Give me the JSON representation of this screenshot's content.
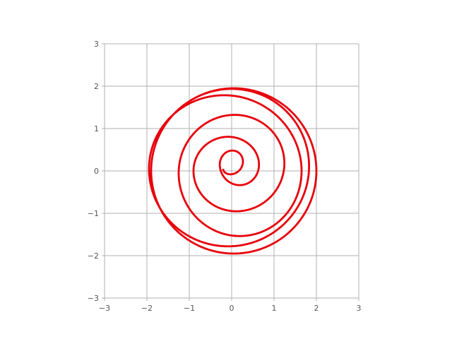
{
  "chart_data": {
    "type": "line",
    "title": "",
    "xlabel": "",
    "ylabel": "",
    "xlim": [
      -3,
      3
    ],
    "ylim": [
      -3,
      3
    ],
    "xticks": [
      -3,
      -2,
      -1,
      0,
      1,
      2,
      3
    ],
    "yticks": [
      -3,
      -2,
      -1,
      0,
      1,
      2,
      3
    ],
    "xtick_labels": [
      "−3",
      "−2",
      "−1",
      "0",
      "1",
      "2",
      "3"
    ],
    "ytick_labels": [
      "−3",
      "−2",
      "−1",
      "0",
      "1",
      "2",
      "3"
    ],
    "grid": true,
    "series": [
      {
        "color": "#e8000b",
        "loops": [
          {
            "cx": -0.1,
            "cy": 0.05,
            "r": 0.1
          },
          {
            "cx": 0.1,
            "cy": 0.15,
            "r": 0.38
          },
          {
            "cx": -0.05,
            "cy": 0.0,
            "r": 0.85
          },
          {
            "cx": 0.2,
            "cy": -0.05,
            "r": 1.45
          },
          {
            "cx": -0.15,
            "cy": 0.05,
            "r": 1.8
          },
          {
            "cx": 0.05,
            "cy": 0.0,
            "r": 1.95
          }
        ]
      }
    ]
  },
  "colors": {
    "curve": "#e8000b",
    "grid": "#b0b0b0",
    "axis_text": "#555555"
  }
}
